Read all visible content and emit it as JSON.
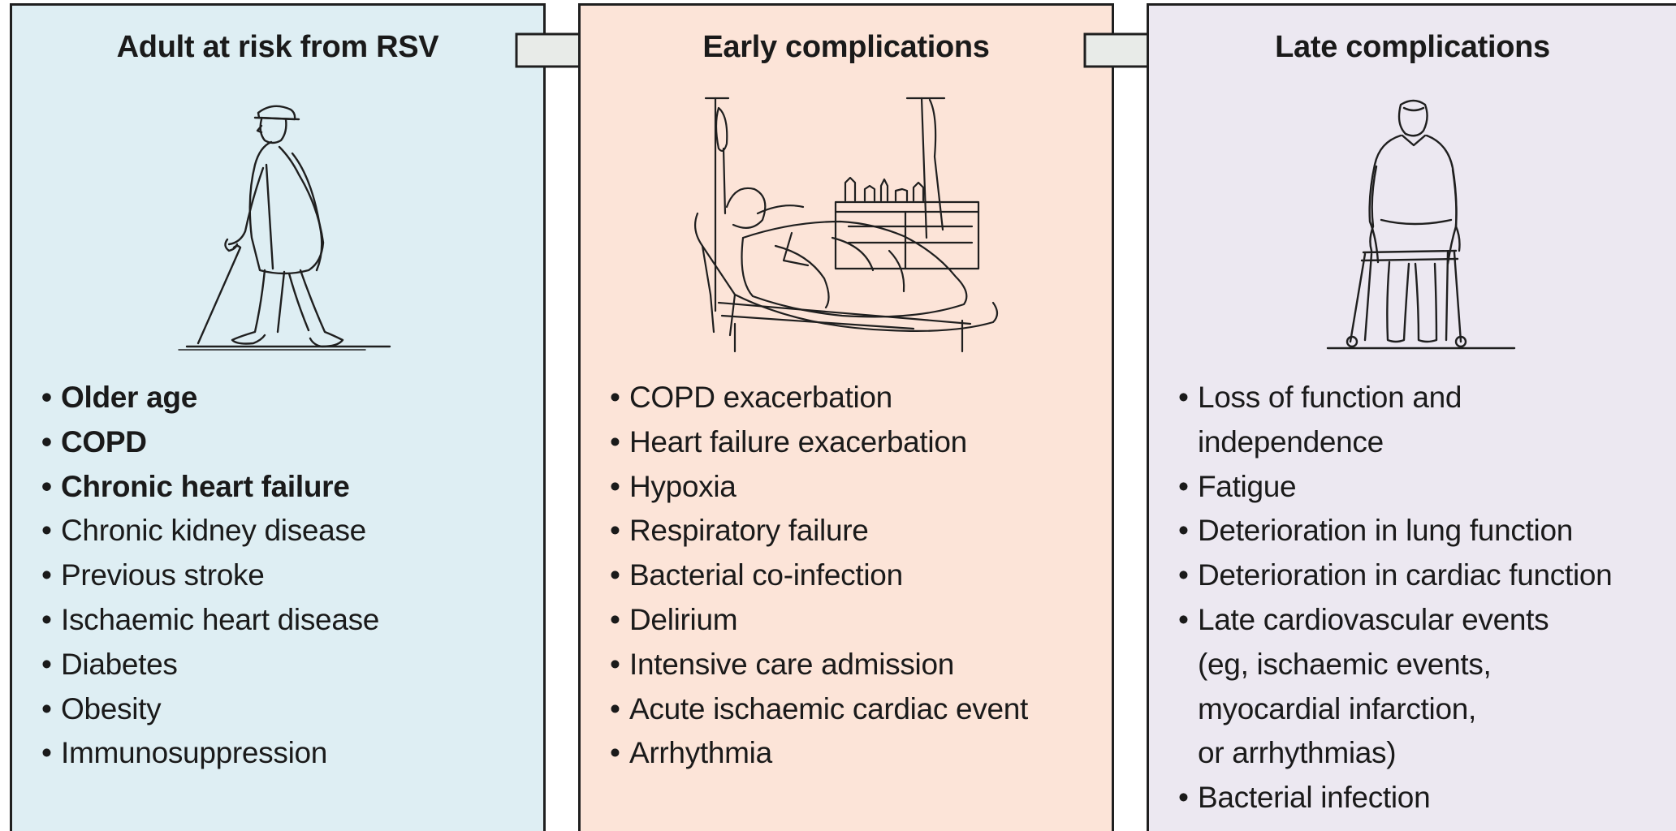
{
  "colors": {
    "risk_panel": "#deeef3",
    "early_panel": "#fce4d8",
    "late_panel": "#ece8f1",
    "arrow_fill": "#e8ebe8",
    "line": "#1f1f1f"
  },
  "panels": {
    "risk": {
      "title": "Adult at risk from RSV",
      "illustration": "elderly-man-with-cane-icon",
      "items": [
        {
          "text": "Older age",
          "bold": true
        },
        {
          "text": "COPD",
          "bold": true
        },
        {
          "text": "Chronic heart failure",
          "bold": true
        },
        {
          "text": "Chronic kidney disease",
          "bold": false
        },
        {
          "text": "Previous stroke",
          "bold": false
        },
        {
          "text": "Ischaemic heart disease",
          "bold": false
        },
        {
          "text": "Diabetes",
          "bold": false
        },
        {
          "text": "Obesity",
          "bold": false
        },
        {
          "text": "Immunosuppression",
          "bold": false
        }
      ]
    },
    "early": {
      "title": "Early complications",
      "illustration": "hospital-bed-patient-icon",
      "items": [
        {
          "text": "COPD exacerbation"
        },
        {
          "text": "Heart failure exacerbation"
        },
        {
          "text": "Hypoxia"
        },
        {
          "text": "Respiratory failure"
        },
        {
          "text": "Bacterial co-infection"
        },
        {
          "text": "Delirium"
        },
        {
          "text": "Intensive care admission"
        },
        {
          "text": "Acute ischaemic cardiac event"
        },
        {
          "text": "Arrhythmia"
        }
      ]
    },
    "late": {
      "title": "Late complications",
      "illustration": "person-with-walker-icon",
      "items": [
        {
          "text": "Loss of function and"
        },
        {
          "text": "independence",
          "cont": true
        },
        {
          "text": "Fatigue"
        },
        {
          "text": "Deterioration in lung function"
        },
        {
          "text": "Deterioration in cardiac function"
        },
        {
          "text": "Late cardiovascular events"
        },
        {
          "text": "(eg, ischaemic events,",
          "cont": true
        },
        {
          "text": "myocardial infarction,",
          "cont": true
        },
        {
          "text": "or arrhythmias)",
          "cont": true
        },
        {
          "text": "Bacterial infection"
        }
      ]
    }
  },
  "arrows": [
    "right-arrow-icon",
    "right-arrow-icon"
  ]
}
